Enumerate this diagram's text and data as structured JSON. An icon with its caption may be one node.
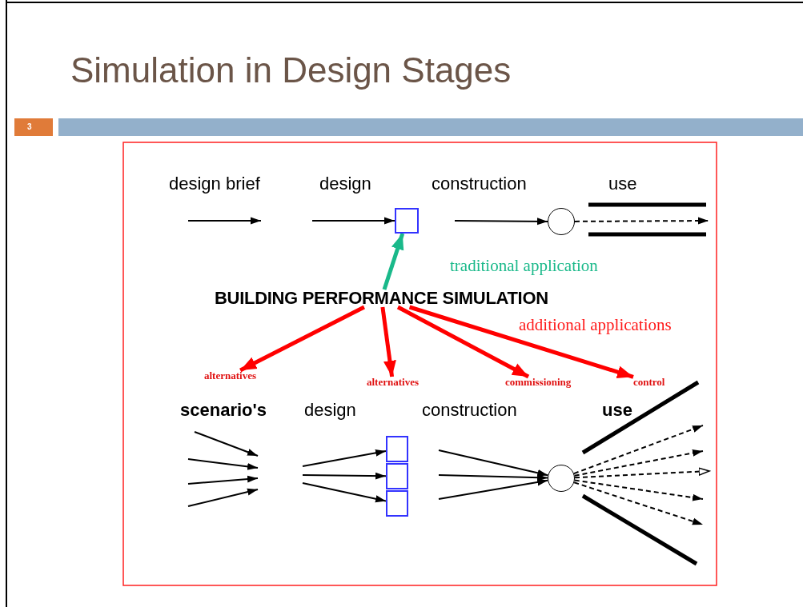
{
  "diagram": {
    "title": "Simulation in Design Stages",
    "nodes": [
      {
        "text": [],
        "shape": "box"
      },
      {
        "text": [],
        "shape": "circle"
      },
      {
        "text": [
          "BUILDING PERFORMANCE SIMULATION"
        ]
      },
      {
        "text": [
          "alternatives"
        ]
      },
      {
        "text": [
          "alternatives"
        ]
      },
      {
        "text": [
          "commissioning"
        ]
      },
      {
        "text": [
          "control"
        ]
      },
      {
        "text": [],
        "shape": "box"
      },
      {
        "text": [],
        "shape": "box"
      },
      {
        "text": [],
        "shape": "box"
      },
      {
        "text": [],
        "shape": "circle"
      }
    ],
    "edges": [
      {
        "from": null,
        "to": 0,
        "arrow": "to"
      },
      {
        "from": null,
        "to": 1,
        "arrow": "to"
      },
      {
        "from": 1,
        "to": null,
        "arrow": "to",
        "style": "dashed"
      },
      {
        "from": 2,
        "to": 0,
        "arrow": "to",
        "label": "traditional application",
        "style": "thick",
        "color": "#1ab98a"
      },
      {
        "from": 2,
        "to": 3,
        "arrow": "to",
        "style": "thick",
        "color": "#ff0000"
      },
      {
        "from": 2,
        "to": 4,
        "arrow": "to",
        "style": "thick",
        "color": "#ff0000"
      },
      {
        "from": 2,
        "to": 5,
        "arrow": "to",
        "style": "thick",
        "color": "#ff0000"
      },
      {
        "from": 2,
        "to": 6,
        "arrow": "to",
        "style": "thick",
        "color": "#ff0000"
      },
      {
        "from": null,
        "to": 7,
        "arrow": "to"
      },
      {
        "from": null,
        "to": 8,
        "arrow": "to"
      },
      {
        "from": null,
        "to": 9,
        "arrow": "to"
      },
      {
        "from": null,
        "to": 10,
        "arrow": "to"
      },
      {
        "from": null,
        "to": 10,
        "arrow": "to"
      },
      {
        "from": null,
        "to": 10,
        "arrow": "to"
      },
      {
        "from": 10,
        "to": null,
        "arrow": "to",
        "style": "dashed"
      },
      {
        "from": 10,
        "to": null,
        "arrow": "to",
        "style": "dashed"
      },
      {
        "from": 10,
        "to": null,
        "arrow": "to",
        "style": "dashed"
      },
      {
        "from": 10,
        "to": null,
        "arrow": "to",
        "style": "dashed"
      },
      {
        "from": 10,
        "to": null,
        "arrow": "to",
        "style": "dashed"
      }
    ],
    "labels": [
      "3",
      "design brief",
      "design",
      "construction",
      "use",
      "additional applications",
      "scenario's",
      "design",
      "construction",
      "use"
    ]
  }
}
